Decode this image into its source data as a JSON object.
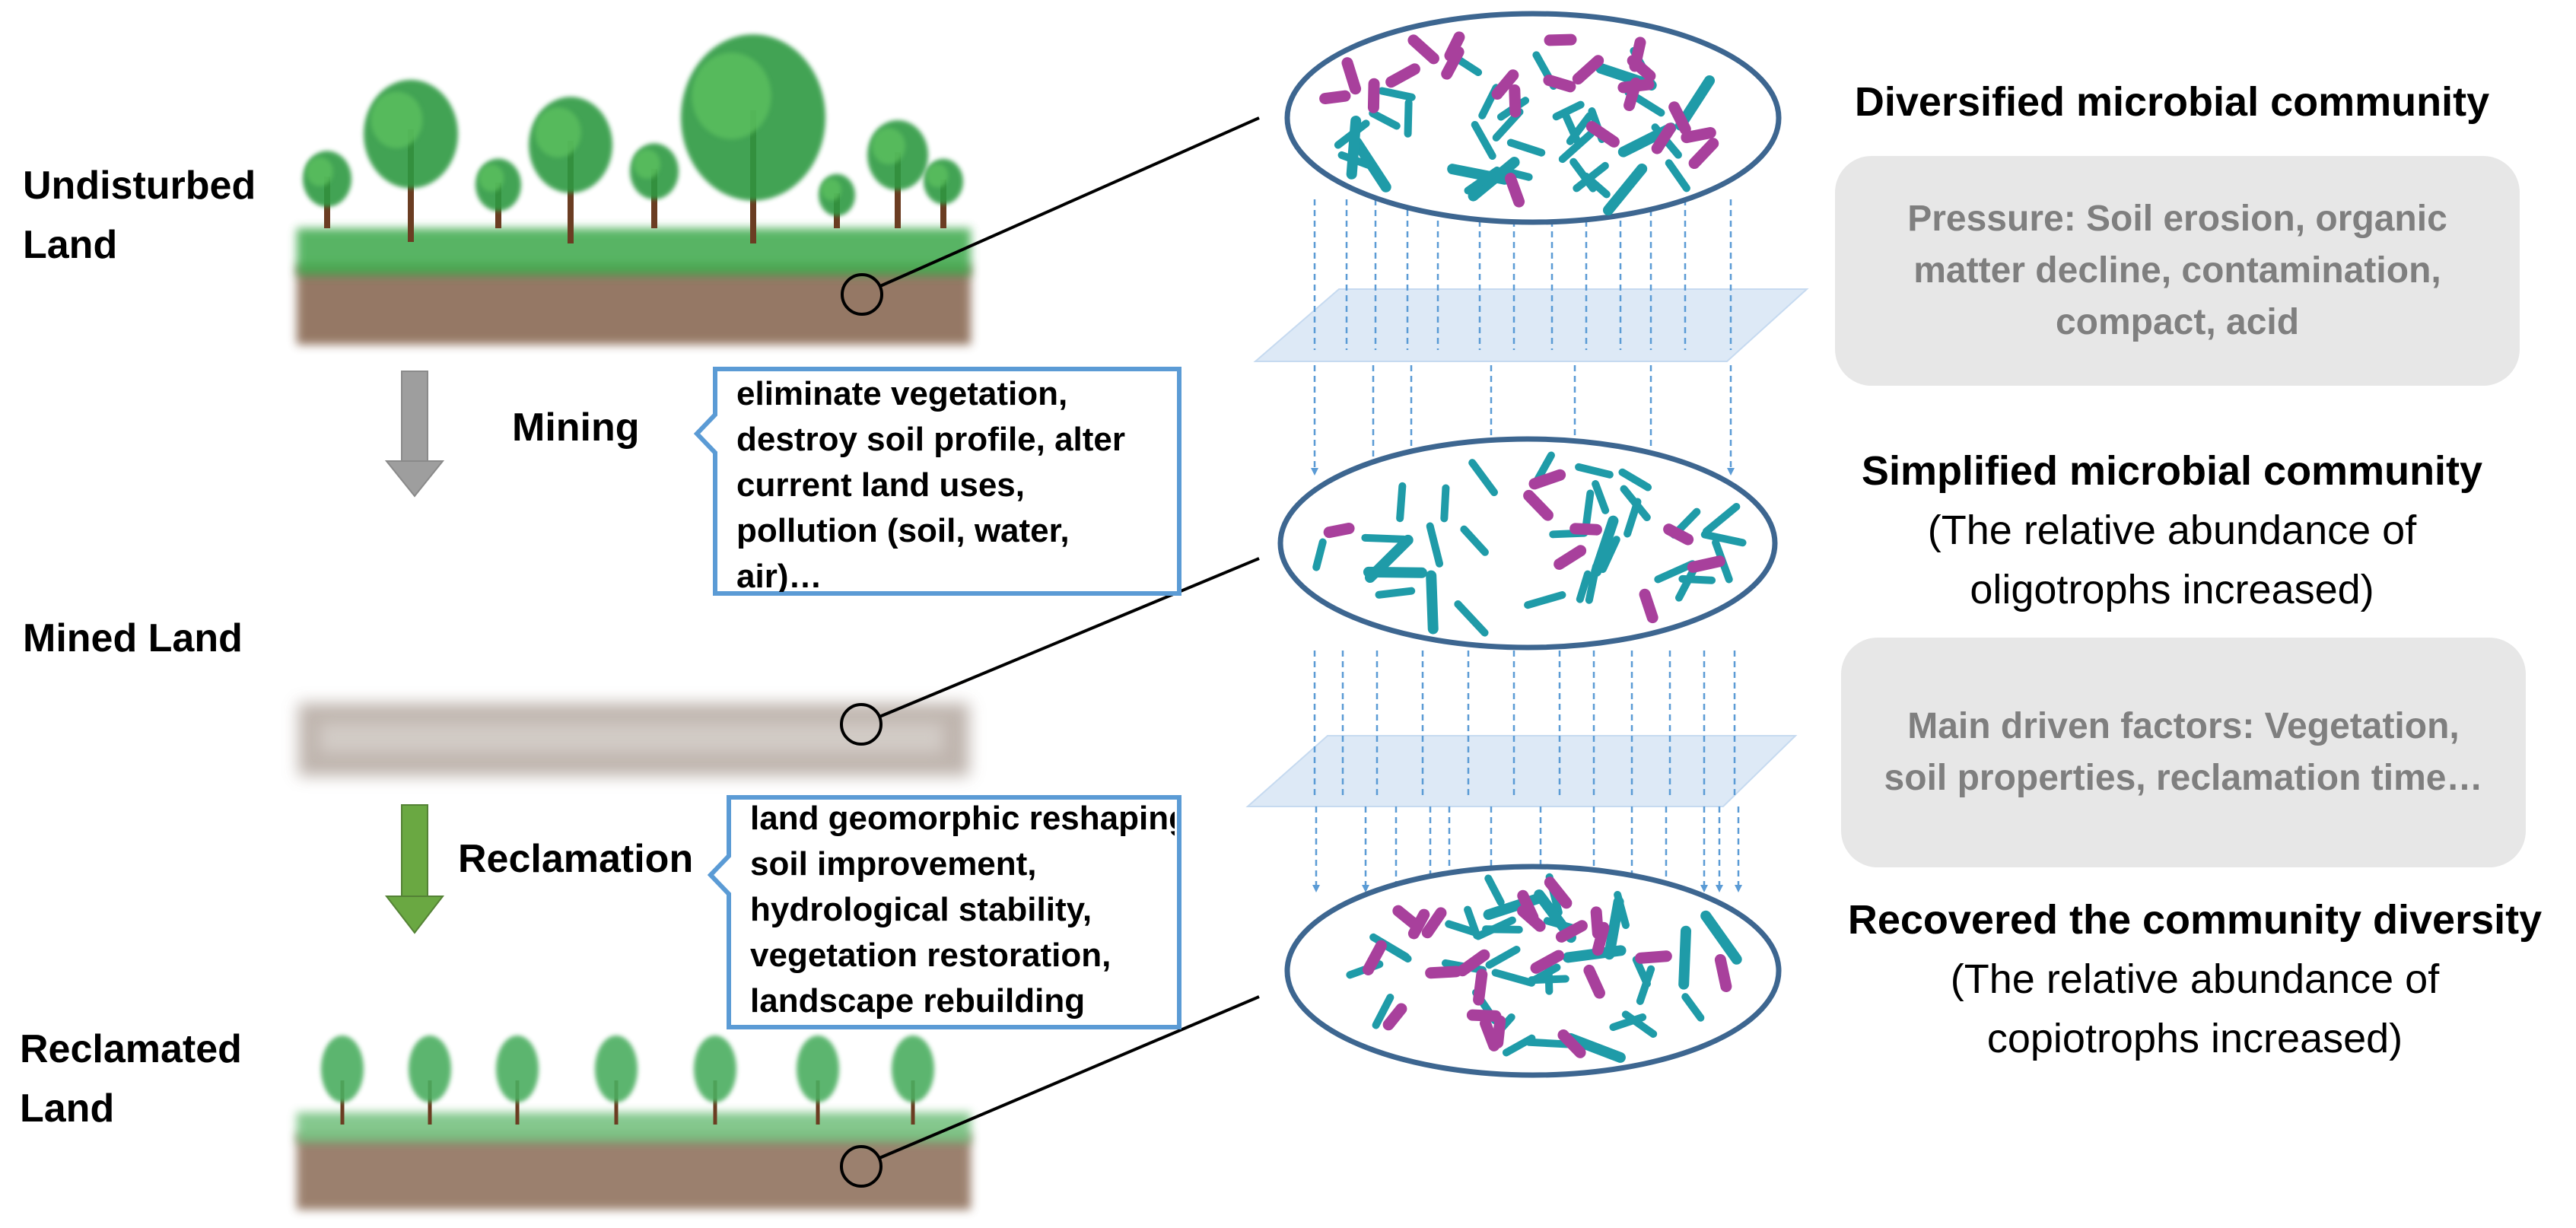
{
  "stages": {
    "undisturbed": "Undisturbed\nLand",
    "mined": "Mined Land",
    "reclaimed": "Reclamated\nLand"
  },
  "processes": {
    "mining": {
      "label": "Mining",
      "effects": "eliminate vegetation,\ndestroy soil profile, alter\ncurrent land uses,\npollution (soil, water,\nair)…",
      "arrow_color": "#9e9e9e"
    },
    "reclamation": {
      "label": "Reclamation",
      "effects": "land geomorphic reshaping,\nsoil improvement,\nhydrological stability,\nvegetation restoration,\nlandscape rebuilding",
      "arrow_color": "#6aa842"
    }
  },
  "communities": {
    "diversified": {
      "title": "Diversified microbial community"
    },
    "simplified": {
      "title": "Simplified microbial community",
      "detail": "(The relative abundance of\noligotrophs increased)"
    },
    "recovered": {
      "title": "Recovered the community diversity",
      "detail": "(The relative abundance of\ncopiotrophs increased)"
    }
  },
  "factor_boxes": {
    "pressure": "Pressure: Soil erosion, organic\nmatter decline, contamination,\ncompact, acid",
    "drivers": "Main driven factors: Vegetation,\nsoil properties, reclamation time…"
  },
  "colors": {
    "ellipse_stroke": "#3d6690",
    "microbe_teal": "#1f9ba8",
    "microbe_purple": "#a8409c",
    "callout_border": "#5b9bd5",
    "filter_sheet": "#dde9f6",
    "dashed_arrow": "#5b9bd5",
    "box_fill": "#e7e7e7",
    "box_text": "#7f7f7f",
    "soil": "#8a6a55",
    "grass": "#3aa84a",
    "tree": "#2e9a42",
    "trunk": "#6b3d22"
  }
}
